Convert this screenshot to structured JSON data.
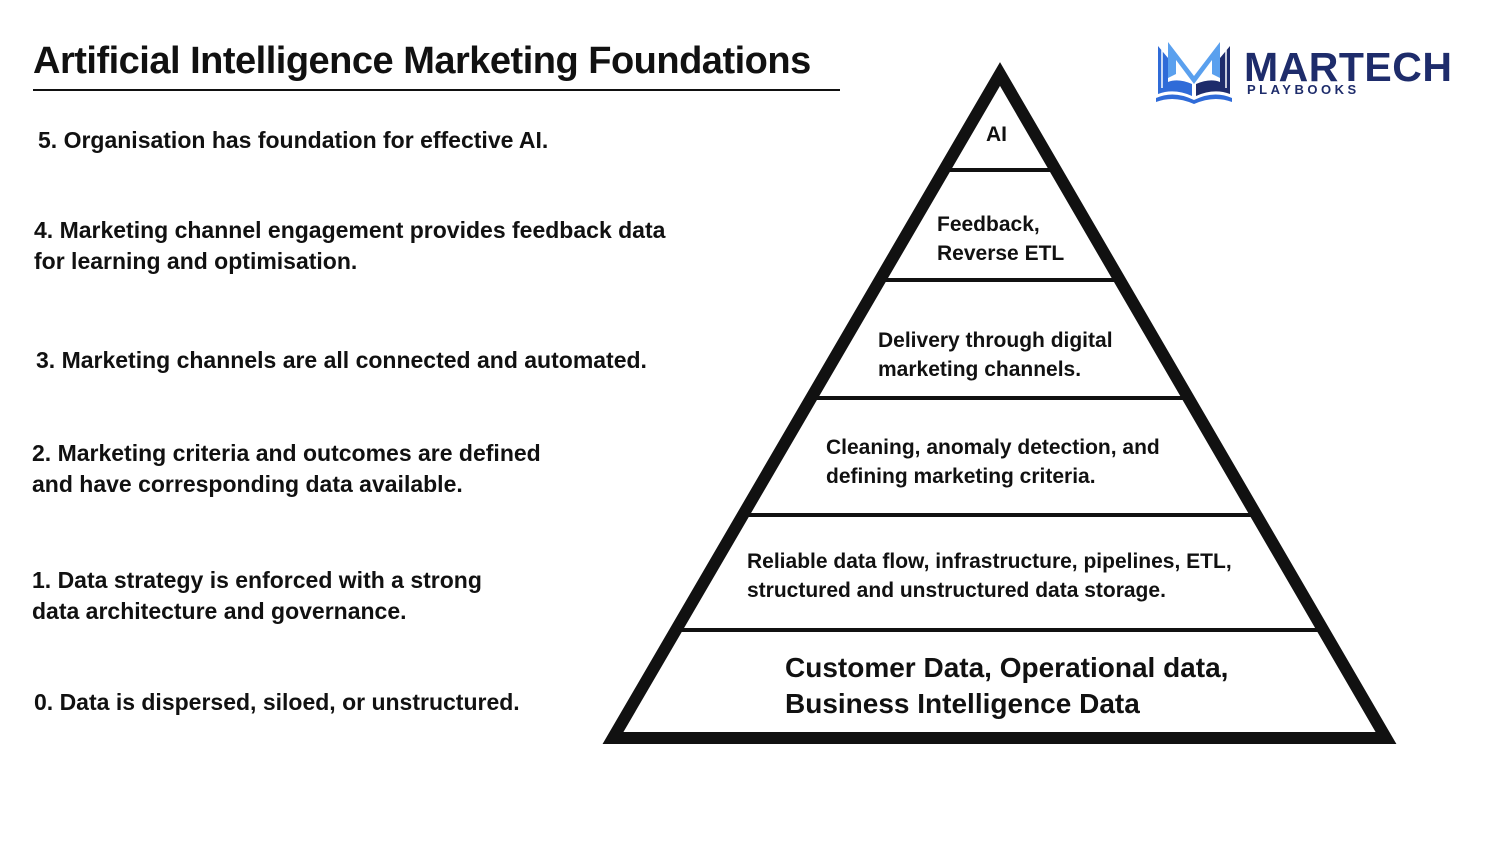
{
  "title": "Artificial Intelligence Marketing Foundations",
  "brand": {
    "name": "MARTECH",
    "tagline": "PLAYBOOKS",
    "colors": {
      "primary": "#1e2c6b",
      "accent": "#2f6bd8",
      "light": "#5aa0ee"
    },
    "icon": "book-m-logo-icon"
  },
  "levels": [
    {
      "lines": [
        "5. Organisation has foundation for effective AI."
      ]
    },
    {
      "lines": [
        "4. Marketing channel engagement provides feedback data",
        "for learning and optimisation."
      ]
    },
    {
      "lines": [
        "3. Marketing channels are all connected and automated."
      ]
    },
    {
      "lines": [
        "2. Marketing criteria and outcomes are defined",
        "and have corresponding data available."
      ]
    },
    {
      "lines": [
        "1. Data strategy is enforced with a strong",
        "data architecture and governance."
      ]
    },
    {
      "lines": [
        "0. Data is dispersed, siloed, or unstructured."
      ]
    }
  ],
  "pyramid": {
    "tiers": [
      {
        "lines": [
          "AI"
        ]
      },
      {
        "lines": [
          "Feedback,",
          "Reverse ETL"
        ]
      },
      {
        "lines": [
          "Delivery through digital",
          "marketing channels."
        ]
      },
      {
        "lines": [
          "Cleaning, anomaly detection, and",
          "defining marketing criteria."
        ]
      },
      {
        "lines": [
          "Reliable data flow, infrastructure, pipelines, ETL,",
          "structured and unstructured data storage."
        ]
      },
      {
        "lines": [
          "Customer Data, Operational data,",
          "Business Intelligence Data"
        ]
      }
    ]
  }
}
